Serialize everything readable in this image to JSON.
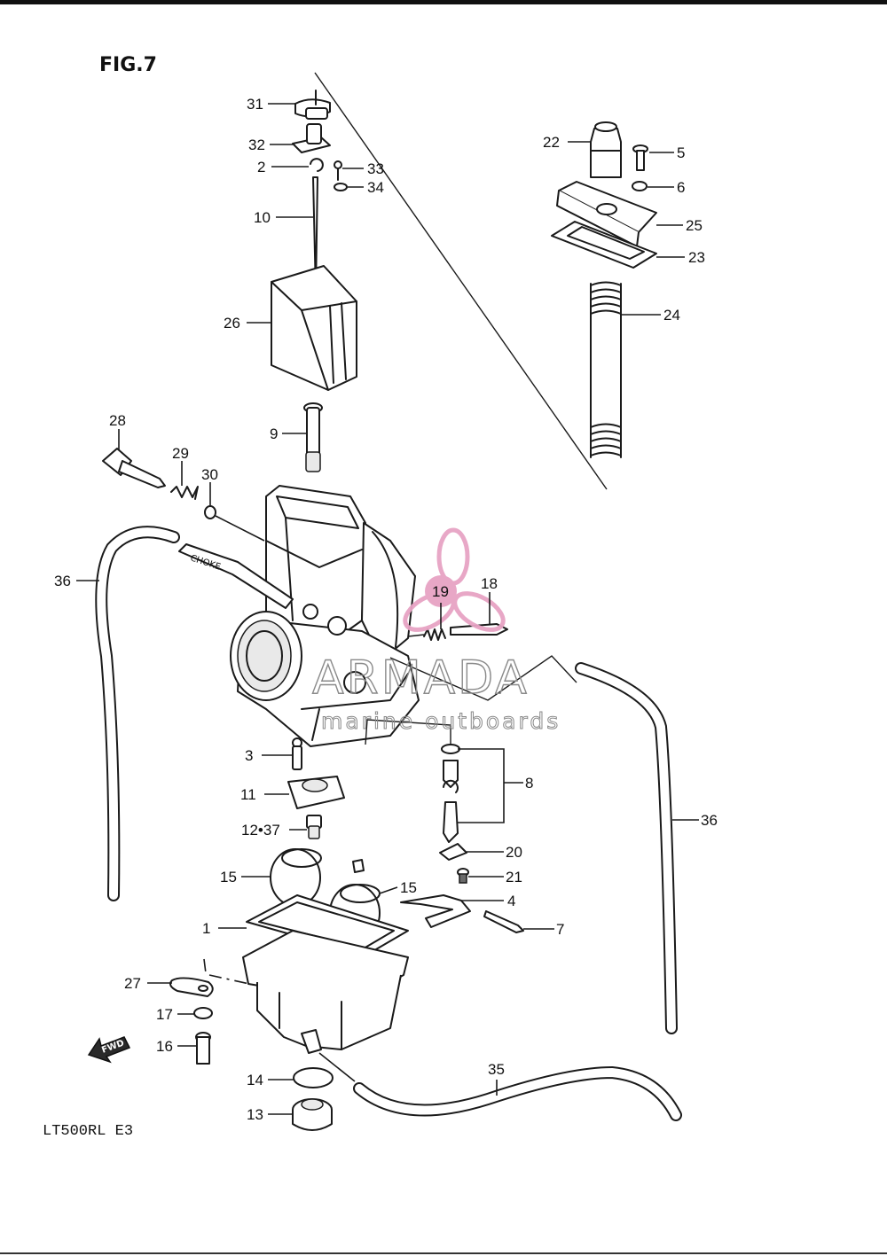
{
  "figure_title": "FIG.7",
  "model_code": "LT500RL  E3",
  "watermark": {
    "brand": "ARMADA",
    "tagline": "marine outboards",
    "logo_color": "#e7a3c4",
    "text_color": "#8a8a8a"
  },
  "embossed_text": {
    "choke_lever": "CHOKE",
    "forward_arrow": "FWD"
  },
  "callouts": {
    "c1": "1",
    "c2": "2",
    "c3": "3",
    "c4": "4",
    "c5": "5",
    "c6": "6",
    "c7": "7",
    "c8": "8",
    "c9": "9",
    "c10": "10",
    "c11": "11",
    "c12_37": "12•37",
    "c13": "13",
    "c14": "14",
    "c15a": "15",
    "c15b": "15",
    "c16": "16",
    "c17": "17",
    "c18": "18",
    "c19": "19",
    "c20": "20",
    "c21": "21",
    "c22": "22",
    "c23": "23",
    "c24": "24",
    "c25": "25",
    "c26": "26",
    "c27": "27",
    "c28": "28",
    "c29": "29",
    "c30": "30",
    "c31": "31",
    "c32": "32",
    "c33": "33",
    "c34": "34",
    "c35": "35",
    "c36a": "36",
    "c36b": "36"
  }
}
